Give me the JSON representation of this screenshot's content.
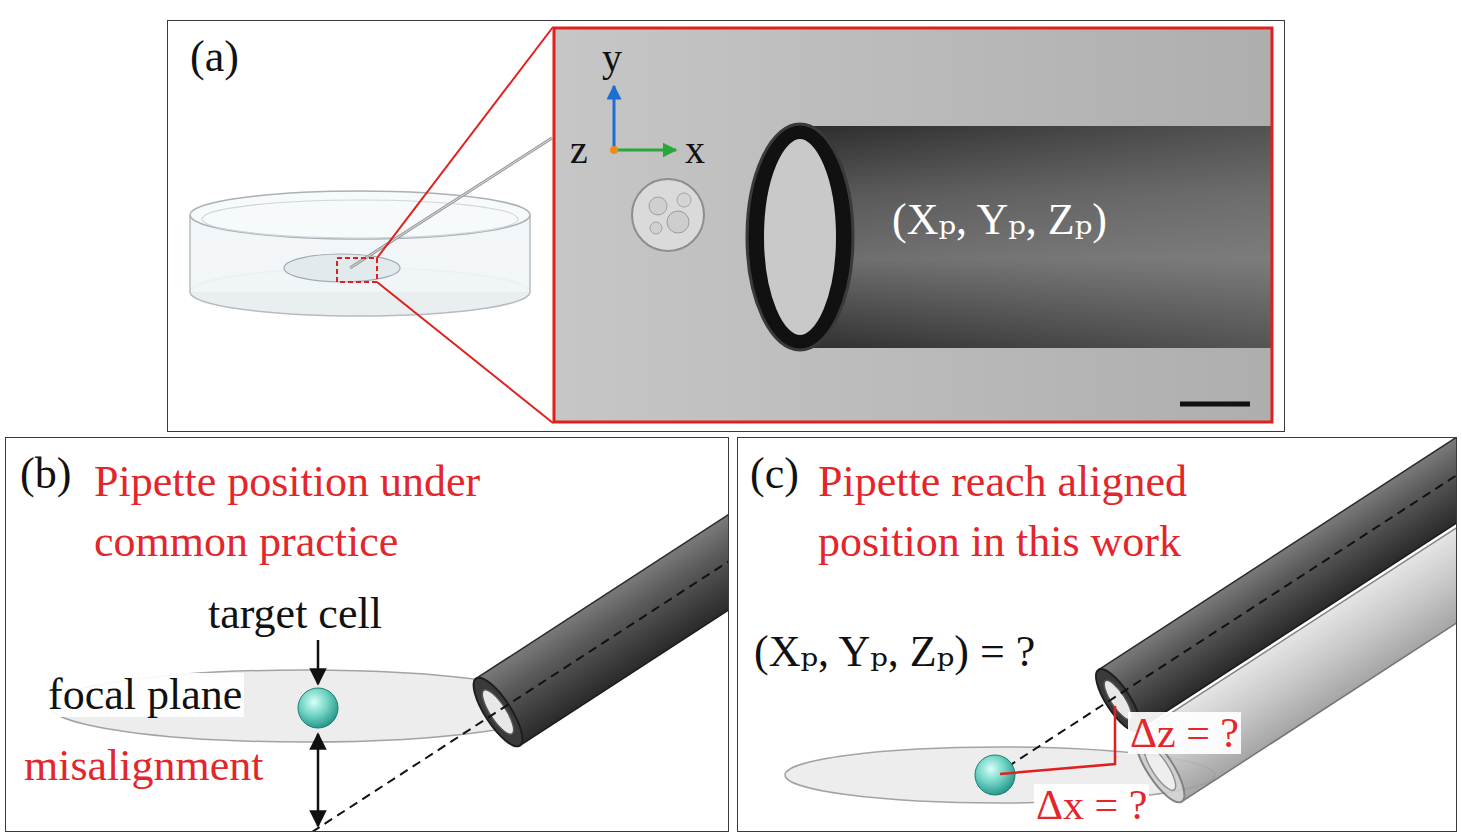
{
  "diagram": {
    "nodes": [
      {
        "text": [
          "(a)"
        ]
      },
      {
        "text": [
          "(b)",
          "Pipette position under common practice"
        ]
      },
      {
        "text": [
          "(c)",
          "Pipette reach aligned position in this work"
        ]
      }
    ],
    "labels": [
      "y",
      "z",
      "x",
      "(Xₚ, Yₚ, Zₚ)",
      "target cell",
      "focal plane",
      "misalignment",
      "(Xₚ, Yₚ, Zₚ) = ?",
      "Δz = ?",
      "Δx = ?"
    ]
  }
}
